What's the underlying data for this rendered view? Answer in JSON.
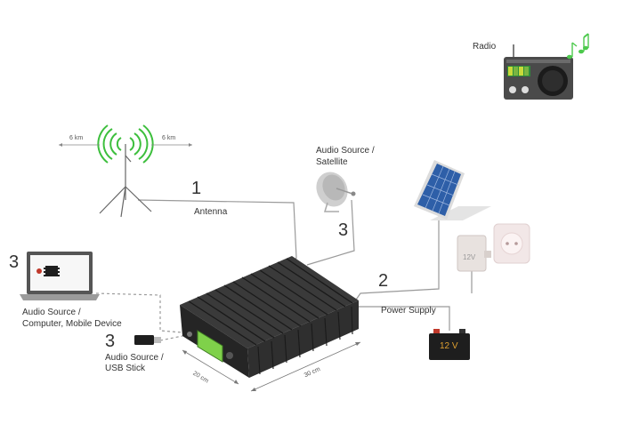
{
  "labels": {
    "radio": "Radio",
    "distance_left": "6 km",
    "distance_right": "6 km",
    "antenna": "Antenna",
    "satellite_line1": "Audio Source /",
    "satellite_line2": "Satellite",
    "power_supply": "Power Supply",
    "computer_line1": "Audio Source /",
    "computer_line2": "Computer, Mobile Device",
    "usb_line1": "Audio Source /",
    "usb_line2": "USB Stick",
    "adapter_voltage": "12V",
    "battery_voltage": "12 V",
    "dim_depth": "20 cm",
    "dim_width": "30 cm"
  },
  "numbers": {
    "antenna": "1",
    "power": "2",
    "satellite": "3",
    "computer": "3",
    "usb": "3"
  },
  "colors": {
    "signal": "#3dbf3d",
    "note": "#4cc94c",
    "device": "#2b2b2b",
    "display": "#7fd14a",
    "battery": "#1e1e1e",
    "battery_terminal": "#c0392b",
    "solar": "#2e5fa8",
    "cable": "#999999"
  }
}
